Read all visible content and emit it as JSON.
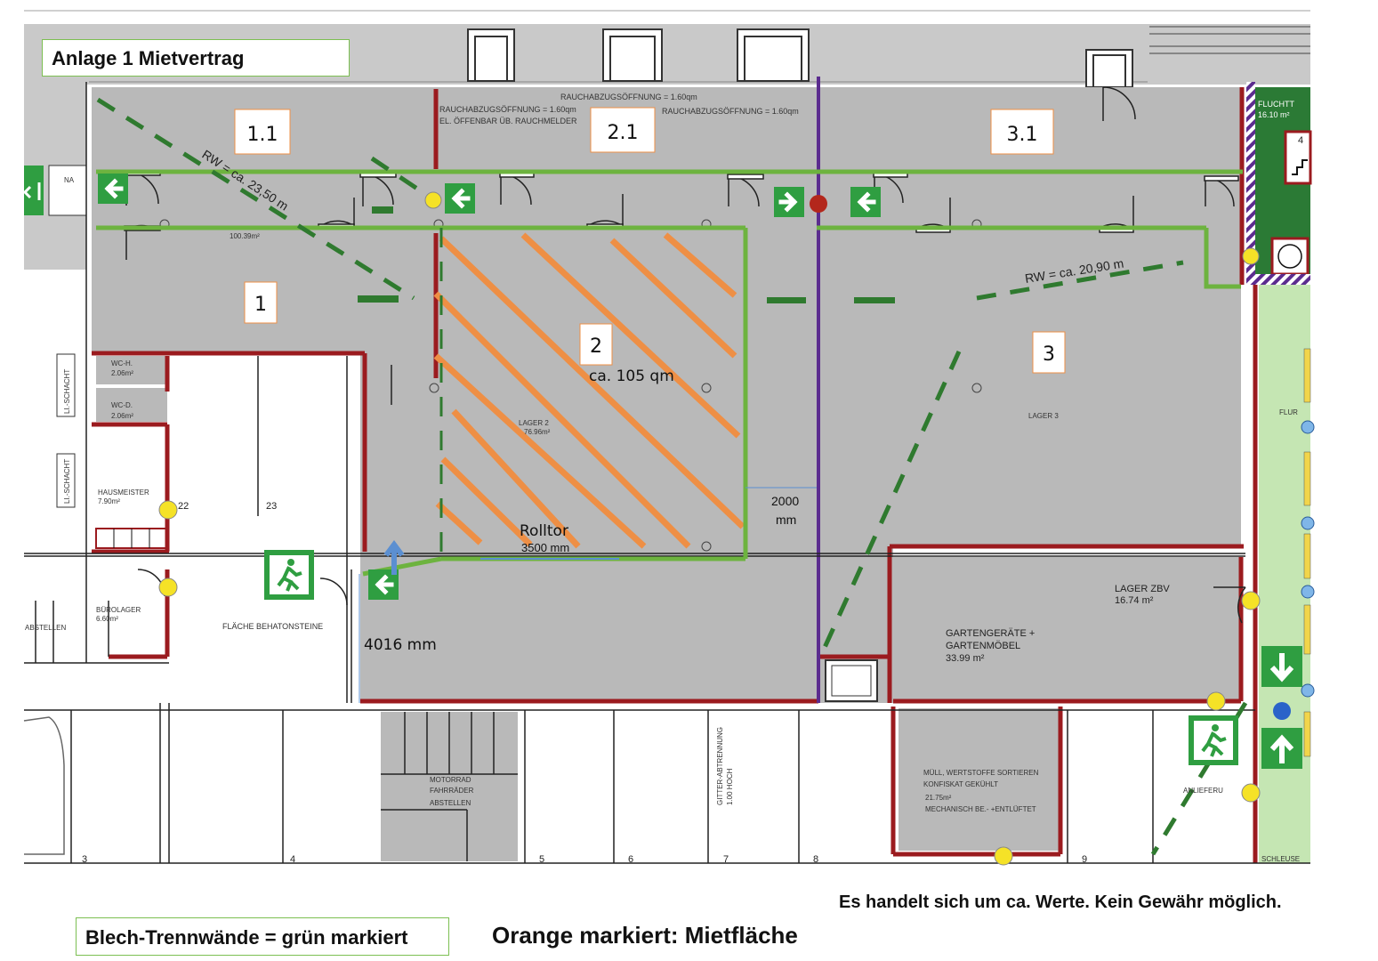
{
  "title": "Anlage 1 Mietvertrag",
  "units": {
    "u1_1": "1.1",
    "u2_1": "2.1",
    "u3_1": "3.1",
    "u1": "1",
    "u2": "2",
    "u3": "3"
  },
  "plan_text": {
    "rw_left": "RW = ca. 23,50 m",
    "rw_right": "RW = ca. 20,90 m",
    "area_rented": "ca. 105 qm",
    "rolltor": "Rolltor",
    "rolltor_width": "3500 mm",
    "width_2000": "2000",
    "width_mm": "mm",
    "depth_4016": "4016 mm",
    "rauch1": "RAUCHABZUGSÖFFNUNG = 1.60qm",
    "rauch2": "RAUCHABZUGSÖFFNUNG = 1.60qm",
    "rauch3": "RAUCHABZUGSÖFFNUNG = 1.60qm",
    "rauch_offen": "EL. ÖFFENBAR ÜB. RAUCHMELDER",
    "area_1": "100.39m²",
    "lager2": "LAGER 2",
    "lager2_area": "76.96m²",
    "lager3": "LAGER 3",
    "fluchtt": "FLUCHTT",
    "fluchtt_area": "16.10 m²",
    "flur": "FLUR",
    "wc_h": "WC-H.",
    "wc_h_area": "2.06m²",
    "wc_d": "WC-D.",
    "wc_d_area": "2.06m²",
    "hausmeister": "HAUSMEISTER",
    "hausmeister_area": "7.90m²",
    "buerolager": "BÜROLAGER",
    "buerolager_area": "6.60m²",
    "schacht1": "LI.-SCHACHT",
    "schacht2": "LI.-SCHACHT",
    "abstellen": "ABSTELLEN",
    "behaton": "FLÄCHE BEHATONSTEINE",
    "lager_zbv": "LAGER ZBV",
    "lager_zbv_area": "16.74 m²",
    "garten1": "GARTENGERÄTE +",
    "garten2": "GARTENMÖBEL",
    "garten_area": "33.99 m²",
    "muell1": "MÜLL, WERTSTOFFE SORTIEREN",
    "muell2": "KONFISKAT GEKÜHLT",
    "muell_area": "21.75m²",
    "muell3": "MECHANISCH BE.- +ENTLÜFTET",
    "motorrad1": "MOTORRAD",
    "motorrad2": "FAHRRÄDER",
    "motorrad3": "ABSTELLEN",
    "gitter": "GITTER-ABTRENNUNG",
    "gitter2": "1.00 HOCH",
    "anlieferung": "ANLIEFERU",
    "schleuse": "SCHLEUSE",
    "num22": "22",
    "num23": "23",
    "na": "NA",
    "n3": "3",
    "n4": "4",
    "n5": "5",
    "n6": "6",
    "n7": "7",
    "n8": "8",
    "n9": "9",
    "n4b": "4"
  },
  "legend": {
    "green": "Blech-Trennwände = grün markiert",
    "orange": "Orange markiert: Mietfläche",
    "disclaimer": "Es handelt sich um ca. Werte. Kein Gewähr möglich."
  },
  "colors": {
    "partition_green": "#6db33f",
    "rental_orange": "#ee8f45",
    "wall_red": "#9b1b1f",
    "divider_purple": "#5b2c8f",
    "floor_grey": "#b9b9b9",
    "exit_green": "#2f9e41"
  }
}
